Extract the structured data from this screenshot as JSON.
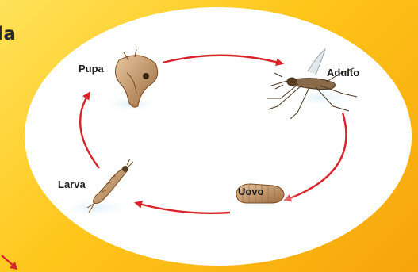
{
  "page": {
    "edge_word": "la"
  },
  "diagram": {
    "stages": [
      {
        "key": "pupa",
        "label": "Pupa",
        "icon": "pupa-icon"
      },
      {
        "key": "adulto",
        "label": "Adulto",
        "icon": "mosquito-icon"
      },
      {
        "key": "uovo",
        "label": "Uovo",
        "icon": "egg-icon"
      },
      {
        "key": "larva",
        "label": "Larva",
        "icon": "larva-icon"
      }
    ],
    "colors": {
      "arrow": "#d8232a",
      "ellipse_fill": "#ffffff",
      "background_light": "#ffe25a",
      "background_dark": "#f7a40c"
    }
  }
}
